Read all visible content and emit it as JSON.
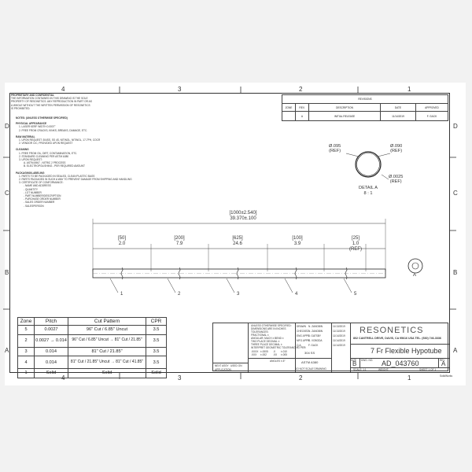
{
  "zones_top": [
    "4",
    "3",
    "2",
    "1"
  ],
  "zones_bottom": [
    "4",
    "3",
    "2",
    "1"
  ],
  "zones_left": [
    "D",
    "C",
    "B",
    "A"
  ],
  "zones_right": [
    "D",
    "C",
    "B",
    "A"
  ],
  "notes_block": {
    "header": [
      "NOTES: (UNLESS OTHERWISE SPECIFIED)"
    ],
    "sections": [
      {
        "title": "PHYSICAL APPEARANCE",
        "items": [
          "1. LASER KERF WIDTH 0.0007\"",
          "2. FREE FROM CRACKS, KINKS, BREAKS, DAMAGE, ETC."
        ]
      },
      {
        "title": "RAW MATERIAL",
        "items": [
          "1. UPON REQUEST: 304SS, SS 4S, NITINOL, NITINOL, 17-7PH, COCR",
          "2. VENDOR C/C, PROVIDED UPON REQUEST"
        ]
      },
      {
        "title": "CLEANING",
        "items": [
          "1. FREE FROM OIL, DIRT, CONTAMINATION, ETC.",
          "2. STANDARD CLEANING PER ASTM A380",
          "3. UPON REQUEST:",
          "   A. ASTM A967 - NITRIC 2 PROCESS",
          "   B. ELECTROPOLISHING - PER REQUIRED AMOUNT"
        ]
      },
      {
        "title": "PACKAGING/LABELING",
        "items": [
          "1. PARTS TO BE PACKAGED IN SEALED, CLEAN PLASTIC BAGS",
          "2. PARTS PACKAGED IN SUCH A WAY TO PREVENT DAMAGE FROM SHIPPING AND HANDLING",
          "3. CERTIFICATE OF CONFORMANCE:",
          "   - NAME AND ADDRESS",
          "   - QUANTITY",
          "   - LOT NUMBER",
          "   - PART NUMBER/DESCRIPTION",
          "   - PURCHASE ORDER NUMBER",
          "   - SALES ORDER NUMBER",
          "   - SALESPERSON"
        ]
      }
    ]
  },
  "proprietary_text": [
    "PROPRIETARY AND CONFIDENTIAL",
    "THE INFORMATION CONTAINED IN THIS DRAWING IS THE SOLE",
    "PROPERTY OF RESONETICS. ANY REPRODUCTION IN PART OR AS",
    "A WHOLE WITHOUT THE WRITTEN PERMISSION OF RESONETICS",
    "IS PROHIBITED."
  ],
  "revisions": {
    "title": "REVISIONS",
    "headers": [
      "ZONE",
      "REV.",
      "DESCRIPTION",
      "DATE",
      "APPROVED"
    ],
    "rows": [
      [
        "",
        "A",
        "INITIAL RELEASE",
        "11/14/2019",
        "F. GACK"
      ]
    ]
  },
  "detail": {
    "od": "Ø.095",
    "od_ref": "(REF)",
    "id": "Ø.090",
    "id_ref": "(REF)",
    "kerf": "Ø.0025",
    "kerf_ref": "(REF)",
    "label": "DETAIL A",
    "scale": "8 : 1"
  },
  "overall_dim": {
    "primary": "[1000±2.540]",
    "secondary": "39.370±.100"
  },
  "segment_dims": [
    {
      "mm": "[50]",
      "in": "2.0",
      "ref": ""
    },
    {
      "mm": "[200]",
      "in": "7.9",
      "ref": ""
    },
    {
      "mm": "[625]",
      "in": "24.6",
      "ref": ""
    },
    {
      "mm": "[100]",
      "in": "3.9",
      "ref": ""
    },
    {
      "mm": "[25]",
      "in": "1.0",
      "ref": "(REF)"
    }
  ],
  "balloons": [
    "1",
    "2",
    "3",
    "4",
    "5"
  ],
  "view_label": "A",
  "zone_table": {
    "headers": [
      "Zone",
      "Pitch",
      "Cut Pattern",
      "CPR"
    ],
    "rows": [
      [
        "5",
        "0.0027",
        "96\" Cut / 6.85\" Uncut",
        "3.5"
      ],
      [
        "2",
        "0.0027 → 0.014",
        "96\" Cut / 6.85\" Uncut → 81\" Cut / 21.85\"",
        "3.5"
      ],
      [
        "3",
        "0.014",
        "81\" Cut / 21.85\"",
        "3.5"
      ],
      [
        "4",
        "0.014",
        "81\" Cut / 21.85\" Uncut → 81\" Cut / 41.85\"",
        "3.5"
      ],
      [
        "1",
        "Solid",
        "Solid",
        "Solid"
      ]
    ]
  },
  "title_block": {
    "spec_lines": [
      "UNLESS OTHERWISE SPECIFIED:",
      "DIMENSIONS ARE IN INCHES",
      "TOLERANCES:",
      "FRACTIONAL ±",
      "ANGULAR: MACH ±  BEND ±",
      "TWO PLACE DECIMAL ±",
      "THREE PLACE DECIMAL ±",
      "INTERPRET GEOMETRIC TOLERANCING PER:"
    ],
    "role_labels": [
      "DRAWN",
      "CHECKED",
      "ENG APPR.",
      "MFG APPR.",
      "Q.A."
    ],
    "names": [
      "N. ZANDBIN",
      "N. ZANDBIN",
      "J. GATSBY",
      "S. VOBODA",
      "F. GACK"
    ],
    "dates": [
      "11/13/2019",
      "11/13/2019",
      "11/14/2019",
      "11/14/2019",
      "11/14/2019"
    ],
    "tol_rows": [
      [
        ".XXXX",
        "±.0005",
        ".X",
        "±.010"
      ],
      [
        ".XXX",
        "±.002",
        ".XX",
        "±.005"
      ],
      [
        "",
        "",
        "ANGLES",
        "±.5°"
      ]
    ],
    "material": "304 SS",
    "finish": "ASTM A380",
    "do_not_scale": "DO NOT SCALE DRAWING",
    "company": "RESONETICS",
    "address": "802 CANTRELL DRIVE, DAVIS, CA 95616 USA TEL. (530) 746-3336",
    "title": "7 Fr Flexible Hypotube",
    "size_label": "SIZE",
    "size": "B",
    "dwg_no_label": "DWG. NO.",
    "dwg_no": "AD_043760",
    "rev_label": "REV",
    "rev": "A",
    "scale": "SCALE: 1:1",
    "weight": "WEIGHT:",
    "sheet": "SHEET 1 OF 1",
    "next_assy": "NEXT ASSY",
    "used_on": "USED ON",
    "application": "APPLICATION",
    "filename": "SolidWorks"
  }
}
